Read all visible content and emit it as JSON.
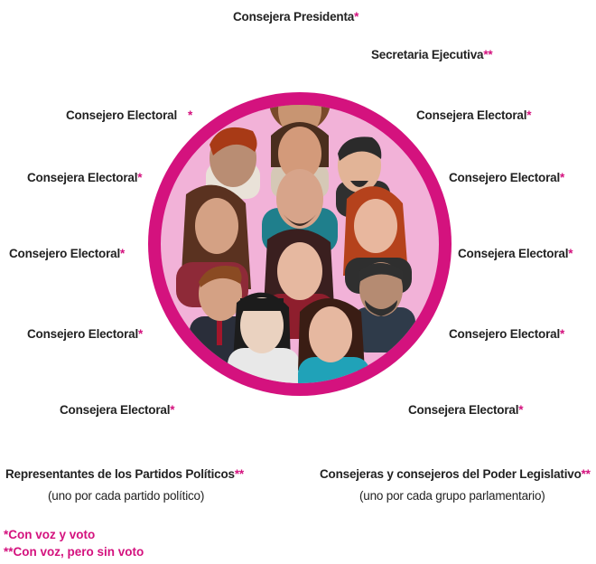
{
  "accent_color": "#d4127e",
  "roles": {
    "presidenta": {
      "label": "Consejera Presidenta",
      "mark": "*"
    },
    "secretaria": {
      "label": "Secretaria Ejecutiva",
      "mark": "**"
    },
    "left": [
      {
        "label": "Consejero Electoral",
        "mark": "*"
      },
      {
        "label": "Consejera Electoral",
        "mark": "*"
      },
      {
        "label": "Consejero Electoral",
        "mark": "*"
      },
      {
        "label": "Consejero Electoral",
        "mark": "*"
      },
      {
        "label": "Consejera Electoral",
        "mark": "*"
      }
    ],
    "right": [
      {
        "label": "Consejera Electoral",
        "mark": "*"
      },
      {
        "label": "Consejero Electoral",
        "mark": "*"
      },
      {
        "label": "Consejera Electoral",
        "mark": "*"
      },
      {
        "label": "Consejero Electoral",
        "mark": "*"
      },
      {
        "label": "Consejera Electoral",
        "mark": "*"
      }
    ]
  },
  "groups": {
    "partidos": {
      "label": "Representantes de los Partidos Políticos",
      "mark": "**",
      "note": "(uno por cada partido político)"
    },
    "legislativo": {
      "label": "Consejeras y consejeros del Poder Legislativo",
      "mark": "**",
      "note": "(uno por cada grupo parlamentario)"
    }
  },
  "legend": {
    "voz_voto": "*Con voz y voto",
    "voz_sin_voto": "**Con voz, pero sin voto"
  }
}
